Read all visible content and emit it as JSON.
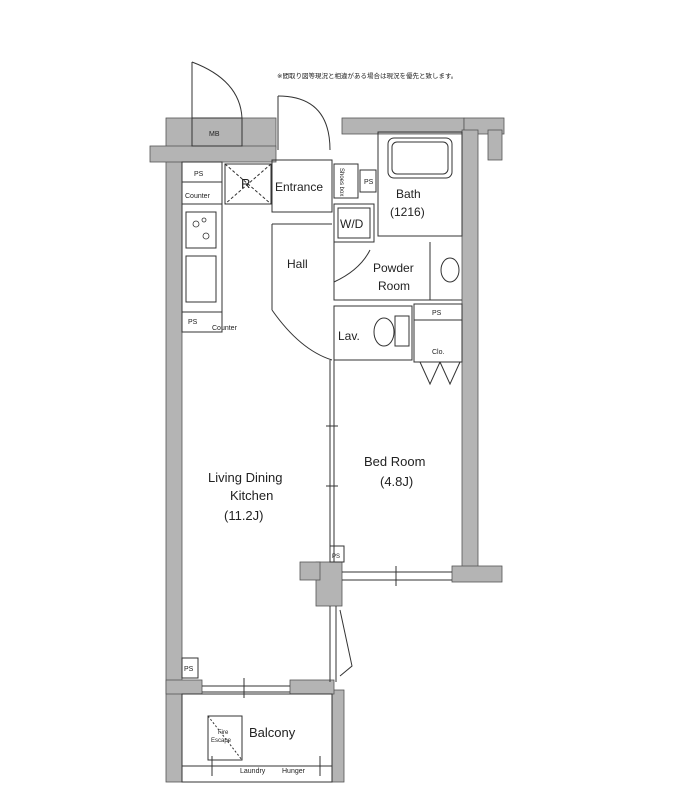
{
  "note": "※間取り図等現況と相違がある場合は現況を優先と致します。",
  "rooms": {
    "mb": "MB",
    "ps_kitchen_top": "PS",
    "counter_top": "Counter",
    "refrigerator": "R",
    "entrance": "Entrance",
    "shoes_box": "Shoes box",
    "ps_bath": "PS",
    "bath": "Bath",
    "bath_size": "(1216)",
    "wd": "W/D",
    "hall": "Hall",
    "powder_room_1": "Powder",
    "powder_room_2": "Room",
    "ps_kitchen_bottom": "PS",
    "counter_bottom": "Counter",
    "ps_lav": "PS",
    "lav": "Lav.",
    "closet": "Clo.",
    "bed_room": "Bed Room",
    "bed_room_size": "(4.8J)",
    "ldk_1": "Living Dining",
    "ldk_2": "Kitchen",
    "ldk_size": "(11.2J)",
    "ps_mid": "PS",
    "ps_left": "PS",
    "fire_escape_1": "Fire",
    "fire_escape_2": "Escape",
    "balcony": "Balcony",
    "laundry": "Laundry",
    "hanger": "Hunger"
  },
  "colors": {
    "wall": "#b4b4b4",
    "line": "#333333",
    "text": "#222222"
  }
}
